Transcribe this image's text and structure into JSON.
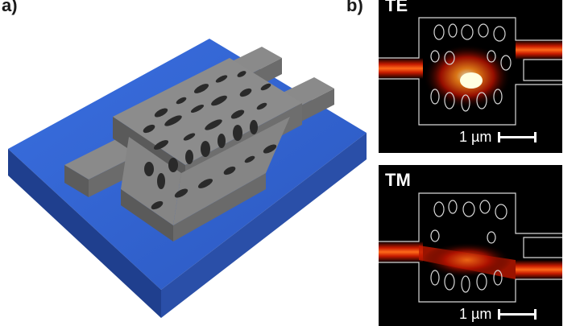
{
  "figure": {
    "panel_a_label": "a)",
    "panel_b_label": "b)",
    "te_panel": {
      "mode_label": "TE",
      "scale_label": "1 µm"
    },
    "tm_panel": {
      "mode_label": "TM",
      "scale_label": "1 µm"
    }
  },
  "colors": {
    "substrate": "#2f5fc4",
    "silicon": "#7a7a7a",
    "field_high": "#ffffe0",
    "field_mid": "#ff2a00",
    "field_low": "#3a0000"
  },
  "icons": [
    "scale-bar-icon"
  ]
}
